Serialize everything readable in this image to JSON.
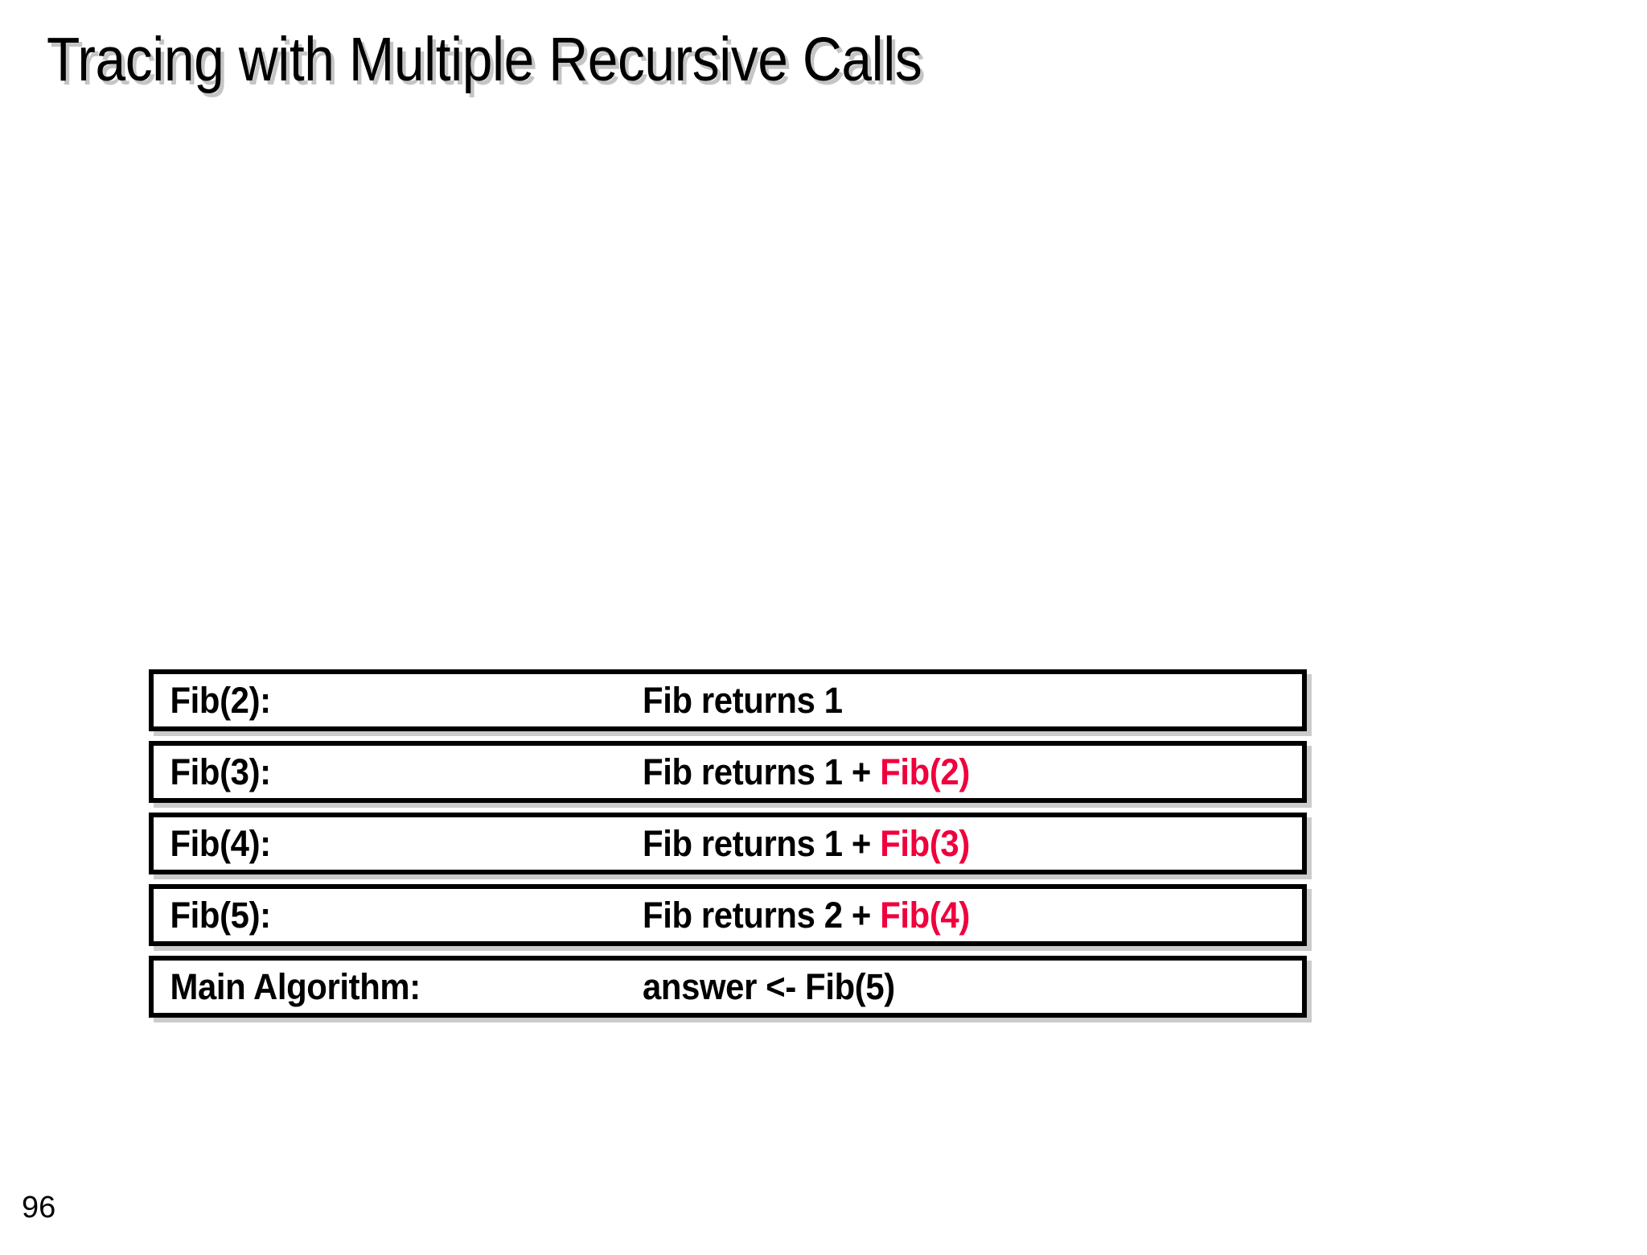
{
  "slide": {
    "title": "Tracing with Multiple Recursive Calls",
    "page_number": "96",
    "background_color": "#ffffff",
    "text_color": "#000000",
    "highlight_color": "#f0003c"
  },
  "trace_rows": [
    {
      "label": "Fib(2):",
      "value_plain": "Fib returns 1",
      "value_highlight": ""
    },
    {
      "label": "Fib(3):",
      "value_plain": "Fib returns 1 + ",
      "value_highlight": "Fib(2)"
    },
    {
      "label": "Fib(4):",
      "value_plain": "Fib returns 1 + ",
      "value_highlight": "Fib(3)"
    },
    {
      "label": "Fib(5):",
      "value_plain": "Fib returns 2 + ",
      "value_highlight": "Fib(4)"
    },
    {
      "label": "Main Algorithm:",
      "value_plain": "answer <- Fib(5)",
      "value_highlight": ""
    }
  ]
}
